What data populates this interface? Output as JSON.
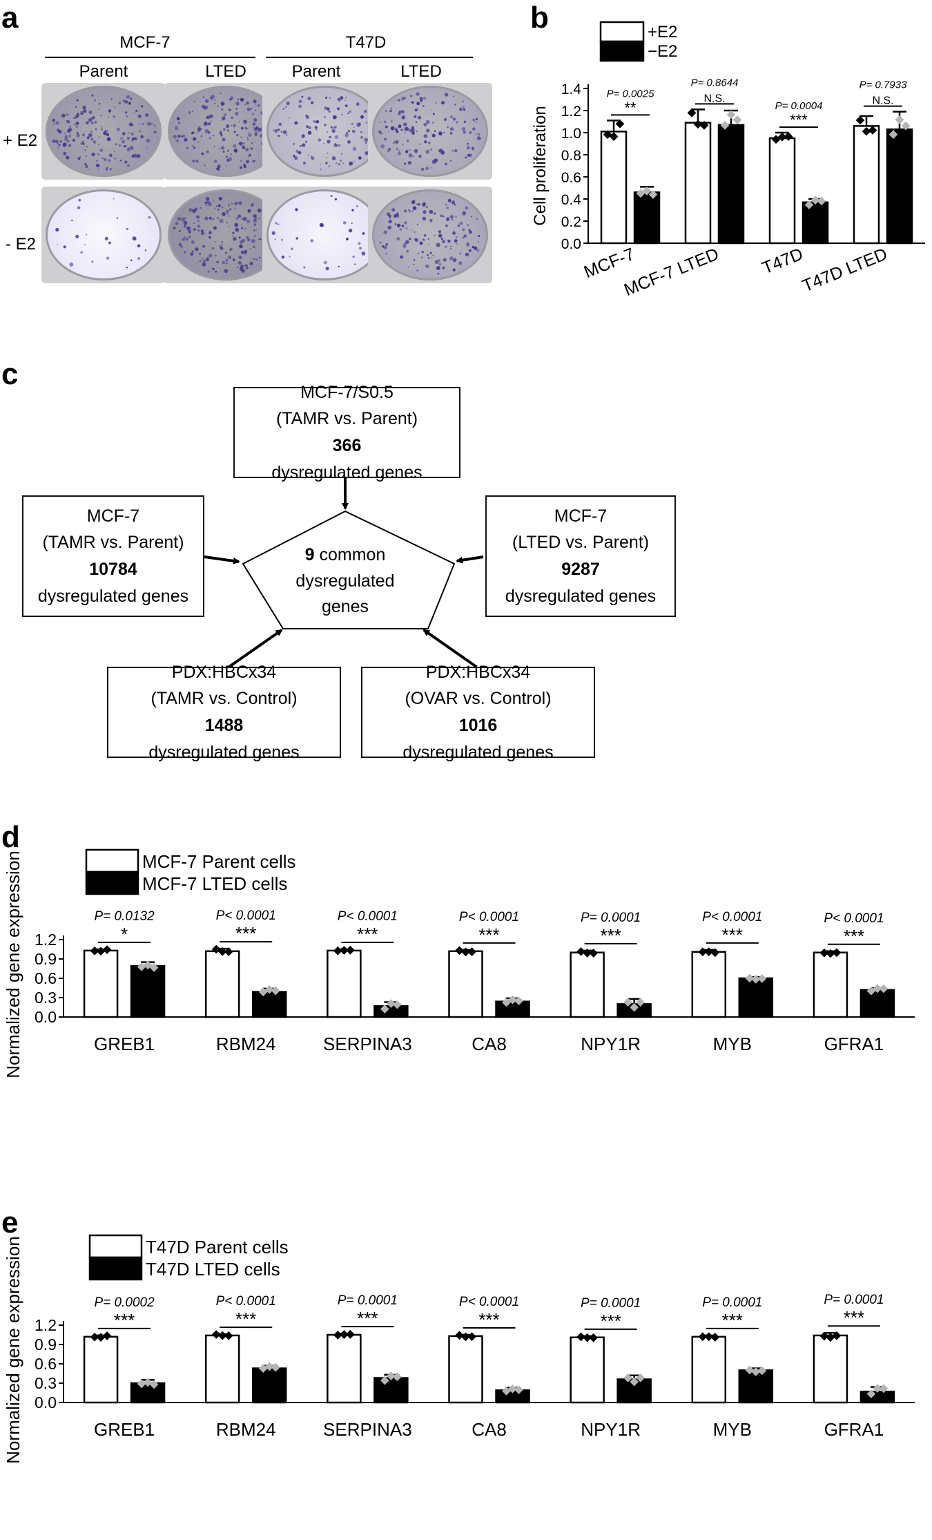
{
  "panel_a": {
    "label": "a",
    "groups": [
      "MCF-7",
      "T47D"
    ],
    "columns": [
      "Parent",
      "LTED",
      "Parent",
      "LTED"
    ],
    "rows": [
      "+ E2",
      "- E2"
    ],
    "density": [
      [
        0.55,
        0.55,
        0.35,
        0.45
      ],
      [
        0.02,
        0.6,
        0.05,
        0.45
      ]
    ]
  },
  "panel_b": {
    "label": "b",
    "legend": [
      "+E2",
      "−E2"
    ]
  },
  "panel_c": {
    "label": "c",
    "center": {
      "count": "9",
      "line1": " common",
      "line2": "dysregulated",
      "line3": "genes"
    },
    "boxes": {
      "top": {
        "l1": "MCF-7/S0.5",
        "l2": "(TAMR vs. Parent)",
        "count": "366",
        "tail": " dysregulated genes"
      },
      "left": {
        "l1": "MCF-7",
        "l2": "(TAMR vs. Parent)",
        "count": "10784",
        "tail": "dysregulated genes"
      },
      "right": {
        "l1": "MCF-7",
        "l2": "(LTED vs. Parent)",
        "count": "9287",
        "tail": "dysregulated genes"
      },
      "bl": {
        "l1": "PDX:HBCx34",
        "l2": "(TAMR vs. Control)",
        "count": "1488",
        "tail": " dysregulated genes"
      },
      "br": {
        "l1": "PDX:HBCx34",
        "l2": "(OVAR vs. Control)",
        "count": "1016",
        "tail": " dysregulated genes"
      }
    }
  },
  "panel_d": {
    "label": "d"
  },
  "panel_e": {
    "label": "e"
  },
  "chart_data": [
    {
      "id": "b",
      "type": "bar",
      "categories": [
        "MCF-7",
        "MCF-7 LTED",
        "T47D",
        "T47D LTED"
      ],
      "series": [
        {
          "name": "+E2",
          "values": [
            1.01,
            1.09,
            0.95,
            1.06
          ],
          "errors": [
            0.1,
            0.12,
            0.05,
            0.09
          ]
        },
        {
          "name": "−E2",
          "values": [
            0.46,
            1.07,
            0.37,
            1.03
          ],
          "errors": [
            0.05,
            0.13,
            0.03,
            0.16
          ]
        }
      ],
      "ylabel": "Cell proliferation",
      "ylim": [
        0,
        1.4
      ],
      "yticks": [
        "0.0",
        "0.2",
        "0.4",
        "0.6",
        "0.8",
        "1.0",
        "1.2",
        "1.4"
      ],
      "pvalues": [
        "P= 0.0025",
        "P= 0.8644",
        "P= 0.0004",
        "P= 0.7933"
      ],
      "sig": [
        "**",
        "N.S.",
        "***",
        "N.S."
      ]
    },
    {
      "id": "d",
      "type": "bar",
      "categories": [
        "GREB1",
        "RBM24",
        "SERPINA3",
        "CA8",
        "NPY1R",
        "MYB",
        "GFRA1"
      ],
      "series": [
        {
          "name": "MCF-7 Parent cells",
          "values": [
            1.03,
            1.02,
            1.03,
            1.02,
            1.0,
            1.01,
            1.0
          ],
          "errors": [
            0.02,
            0.04,
            0.02,
            0.02,
            0.03,
            0.03,
            0.02
          ]
        },
        {
          "name": "MCF-7 LTED cells",
          "values": [
            0.79,
            0.39,
            0.17,
            0.24,
            0.2,
            0.6,
            0.42
          ],
          "errors": [
            0.06,
            0.05,
            0.06,
            0.05,
            0.08,
            0.02,
            0.03
          ]
        }
      ],
      "ylabel": "Normalized gene expression",
      "ylim": [
        0,
        1.2
      ],
      "yticks": [
        "0.0",
        "0.3",
        "0.6",
        "0.9",
        "1.2"
      ],
      "pvalues": [
        "P= 0.0132",
        "P< 0.0001",
        "P< 0.0001",
        "P< 0.0001",
        "P= 0.0001",
        "P< 0.0001",
        "P< 0.0001"
      ],
      "sig": [
        "*",
        "***",
        "***",
        "***",
        "***",
        "***",
        "***"
      ]
    },
    {
      "id": "e",
      "type": "bar",
      "categories": [
        "GREB1",
        "RBM24",
        "SERPINA3",
        "CA8",
        "NPY1R",
        "MYB",
        "GFRA1"
      ],
      "series": [
        {
          "name": "T47D Parent cells",
          "values": [
            1.02,
            1.04,
            1.05,
            1.03,
            1.01,
            1.02,
            1.04
          ],
          "errors": [
            0.02,
            0.02,
            0.02,
            0.02,
            0.02,
            0.02,
            0.04
          ]
        },
        {
          "name": "T47D LTED cells",
          "values": [
            0.3,
            0.53,
            0.38,
            0.19,
            0.36,
            0.5,
            0.17
          ],
          "errors": [
            0.05,
            0.04,
            0.05,
            0.04,
            0.06,
            0.03,
            0.07
          ]
        }
      ],
      "ylabel": "Normalized gene expression",
      "ylim": [
        0,
        1.2
      ],
      "yticks": [
        "0.0",
        "0.3",
        "0.6",
        "0.9",
        "1.2"
      ],
      "pvalues": [
        "P= 0.0002",
        "P< 0.0001",
        "P= 0.0001",
        "P< 0.0001",
        "P= 0.0001",
        "P= 0.0001",
        "P= 0.0001"
      ],
      "sig": [
        "***",
        "***",
        "***",
        "***",
        "***",
        "***",
        "***"
      ]
    }
  ]
}
